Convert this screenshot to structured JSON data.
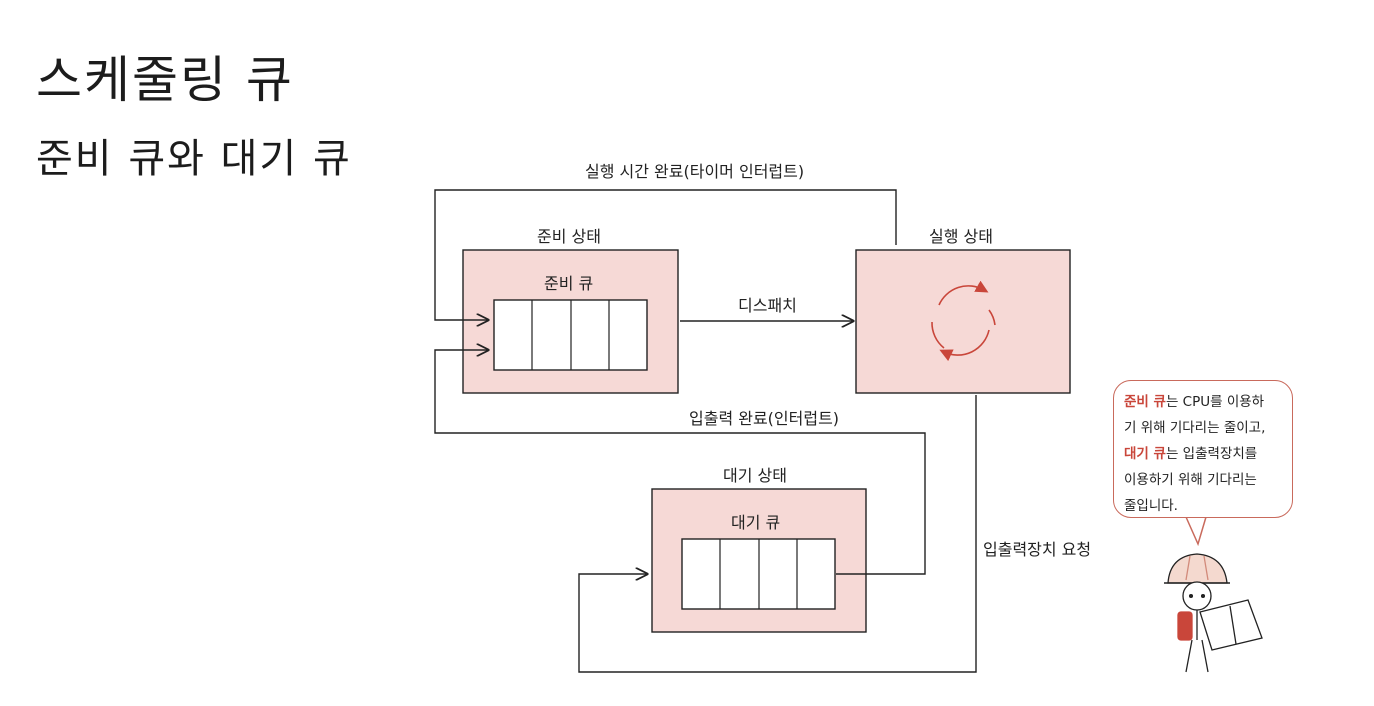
{
  "page": {
    "title": "스케줄링 큐",
    "subtitle": "준비 큐와 대기 큐"
  },
  "diagram": {
    "ready_state_label": "준비 상태",
    "ready_queue_label": "준비 큐",
    "running_state_label": "실행 상태",
    "waiting_state_label": "대기 상태",
    "waiting_queue_label": "대기 큐",
    "dispatch_label": "디스패치",
    "timeout_label": "실행 시간 완료(타이머 인터럽트)",
    "io_complete_label": "입출력 완료(인터럽트)",
    "io_request_label": "입출력장치 요청"
  },
  "callout": {
    "ready_queue_term": "준비 큐",
    "line1_rest": "는 CPU를 이용하",
    "line2": "기 위해 기다리는 줄이고,",
    "waiting_queue_term": "대기 큐",
    "line3_rest": "는 입출력장치를",
    "line4": "이용하기 위해 기다리는",
    "line5": "줄입니다."
  },
  "colors": {
    "state_fill": "#f6d9d6",
    "accent": "#c9463a",
    "line": "#222222"
  }
}
